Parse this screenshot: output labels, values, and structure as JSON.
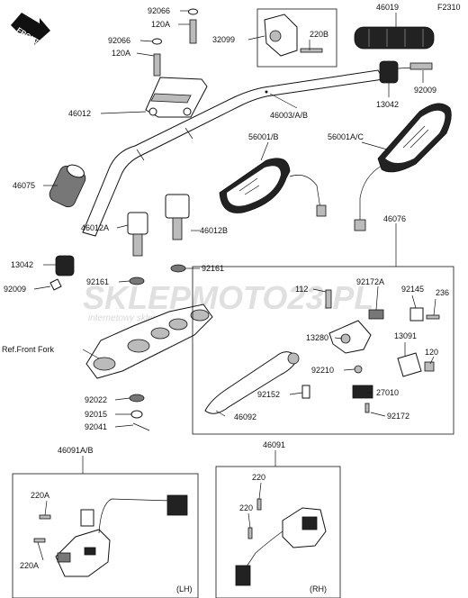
{
  "figure_code": "F2310",
  "front_label": "FRONT",
  "watermark": {
    "brand": "SKLEPMOTO23.PL",
    "tagline": "internetowy sklep motocyklowy"
  },
  "callouts": {
    "p92066_top": "92066",
    "p120A_top": "120A",
    "p92066_mid": "92066",
    "p120A_mid": "120A",
    "p46012": "46012",
    "p46075": "46075",
    "p46012A": "46012A",
    "p46012B": "46012B",
    "p13042_left": "13042",
    "p92009_left": "92009",
    "p92161_left": "92161",
    "p92161_right": "92161",
    "ref_front_fork": "Ref.Front Fork",
    "p92022": "92022",
    "p92015": "92015",
    "p92041": "92041",
    "p32099": "32099",
    "p220B": "220B",
    "p46019": "46019",
    "p13042_right": "13042",
    "p92009_right": "92009",
    "p46003": "46003/A/B",
    "p56001B": "56001/B",
    "p56001AC": "56001A/C",
    "p46076": "46076",
    "p112": "112",
    "p92172A": "92172A",
    "p92145": "92145",
    "p236": "236",
    "p13280": "13280",
    "p13091": "13091",
    "p120": "120",
    "p92210": "92210",
    "p92152": "92152",
    "p27010": "27010",
    "p46092": "46092",
    "p92172": "92172",
    "p46091AB": "46091A/B",
    "p220A_1": "220A",
    "p220A_2": "220A",
    "lh": "(LH)",
    "p46091": "46091",
    "p220_1": "220",
    "p220_2": "220",
    "rh": "(RH)"
  }
}
